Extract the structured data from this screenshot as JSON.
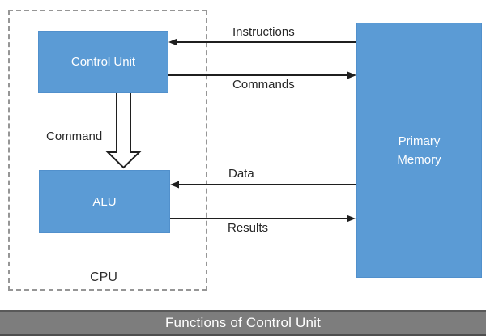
{
  "diagram": {
    "boxes": {
      "control_unit": "Control Unit",
      "alu": "ALU",
      "primary_memory": "Primary Memory",
      "cpu_group": "CPU"
    },
    "arrows": {
      "instructions": {
        "label": "Instructions",
        "from": "Primary Memory",
        "to": "Control Unit",
        "direction": "left"
      },
      "commands": {
        "label": "Commands",
        "from": "Control Unit",
        "to": "Primary Memory",
        "direction": "right"
      },
      "command": {
        "label": "Command",
        "from": "Control Unit",
        "to": "ALU",
        "direction": "down",
        "style": "outlined-block-arrow"
      },
      "data": {
        "label": "Data",
        "from": "Primary Memory",
        "to": "ALU",
        "direction": "left"
      },
      "results": {
        "label": "Results",
        "from": "ALU",
        "to": "Primary Memory",
        "direction": "right"
      }
    },
    "colors": {
      "box_fill": "#5b9bd5",
      "box_text": "#ffffff",
      "line_color": "#1f1f1f",
      "dashed_border": "#969696",
      "label_text": "#262626"
    }
  },
  "footer": {
    "title": "Functions of Control Unit",
    "bar_color": "#7d7d7d",
    "text_color": "#ffffff"
  }
}
